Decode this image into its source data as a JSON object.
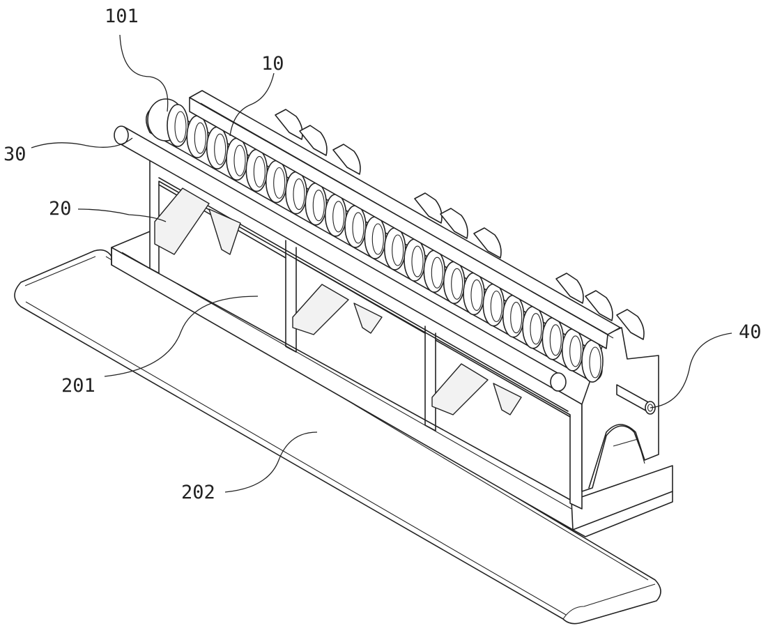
{
  "callouts": [
    {
      "id": "label-101",
      "text": "101"
    },
    {
      "id": "label-10",
      "text": "10"
    },
    {
      "id": "label-30",
      "text": "30"
    },
    {
      "id": "label-20",
      "text": "20"
    },
    {
      "id": "label-201",
      "text": "201"
    },
    {
      "id": "label-202",
      "text": "202"
    },
    {
      "id": "label-40",
      "text": "40"
    }
  ]
}
